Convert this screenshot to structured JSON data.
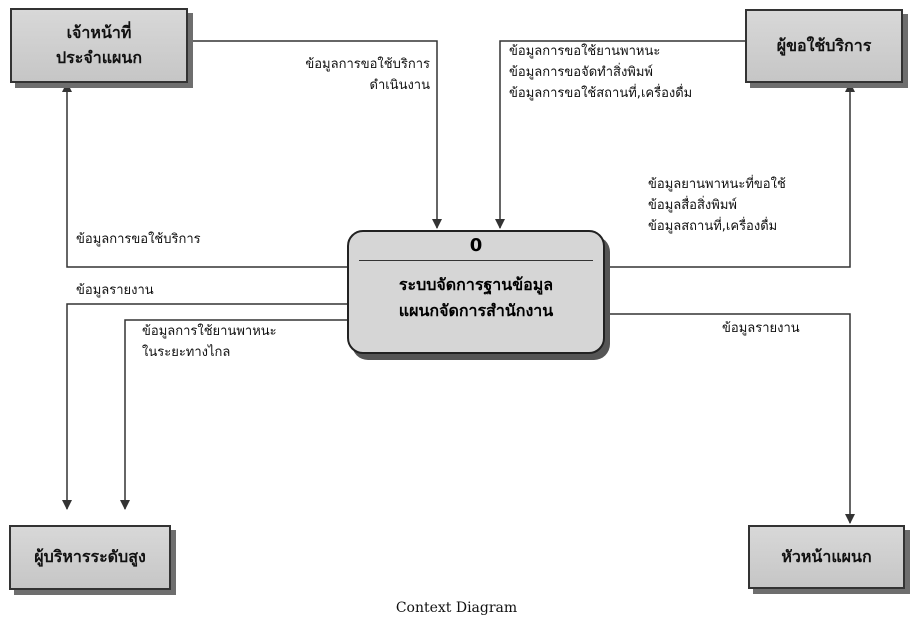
{
  "entities": {
    "dept_staff": "เจ้าหน้าที่\nประจำแผนก",
    "requester": "ผู้ขอใช้บริการ",
    "executive": "ผู้บริหารระดับสูง",
    "dept_head": "หัวหน้าแผนก"
  },
  "process": {
    "id": "0",
    "name": "ระบบจัดการฐานข้อมูล\nแผนกจัดการสำนักงาน"
  },
  "flows": {
    "process_to_staff": "ข้อมูลการขอใช้บริการ\nดำเนินงาน",
    "staff_from_process": "ข้อมูลการขอใช้บริการ",
    "requester_to_process": "ข้อมูลการขอใช้ยานพาหนะ\nข้อมูลการขอจัดทำสิ่งพิมพ์\nข้อมูลการขอใช้สถานที่,เครื่องดื่ม",
    "process_to_requester": "ข้อมูลยานพาหนะที่ขอใช้\nข้อมูลสื่อสิ่งพิมพ์\nข้อมูลสถานที่,เครื่องดื่ม",
    "report_to_executive": "ข้อมูลรายงาน",
    "vehicle_to_executive": "ข้อมูลการใช้ยานพาหนะ\nในระยะทางไกล",
    "report_to_head": "ข้อมูลรายงาน"
  },
  "caption": "Context Diagram"
}
